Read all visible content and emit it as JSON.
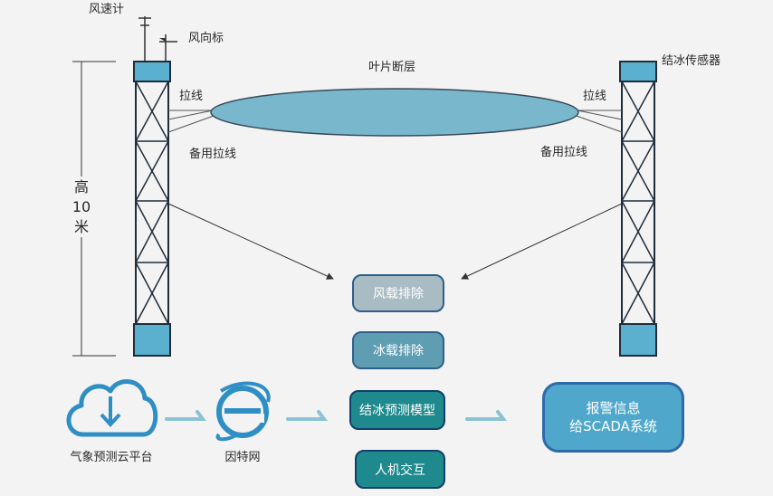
{
  "sensors": {
    "anemometer": "风速计",
    "wind_vane": "风向标",
    "ice_sensor": "结冰传感器",
    "blade_section": "叶片断层"
  },
  "wires": {
    "left_guy": "拉线",
    "right_guy": "拉线",
    "left_backup": "备用拉线",
    "right_backup": "备用拉线"
  },
  "height": {
    "line1": "高",
    "line2": "10",
    "line3": "米"
  },
  "process": {
    "wind_load": "风载排除",
    "ice_load": "冰载排除",
    "icing_model": "结冰预测模型",
    "hmi": "人机交互"
  },
  "sources": {
    "cloud_platform": "气象预测云平台",
    "internet": "因特网"
  },
  "alarm": {
    "line1": "报警信息",
    "line2": "给SCADA系统"
  },
  "colors": {
    "tower_cap": "#5bb0cf",
    "blade": "#79b7cc",
    "arrow": "#8bc3d3",
    "icon": "#2f8fc4"
  }
}
